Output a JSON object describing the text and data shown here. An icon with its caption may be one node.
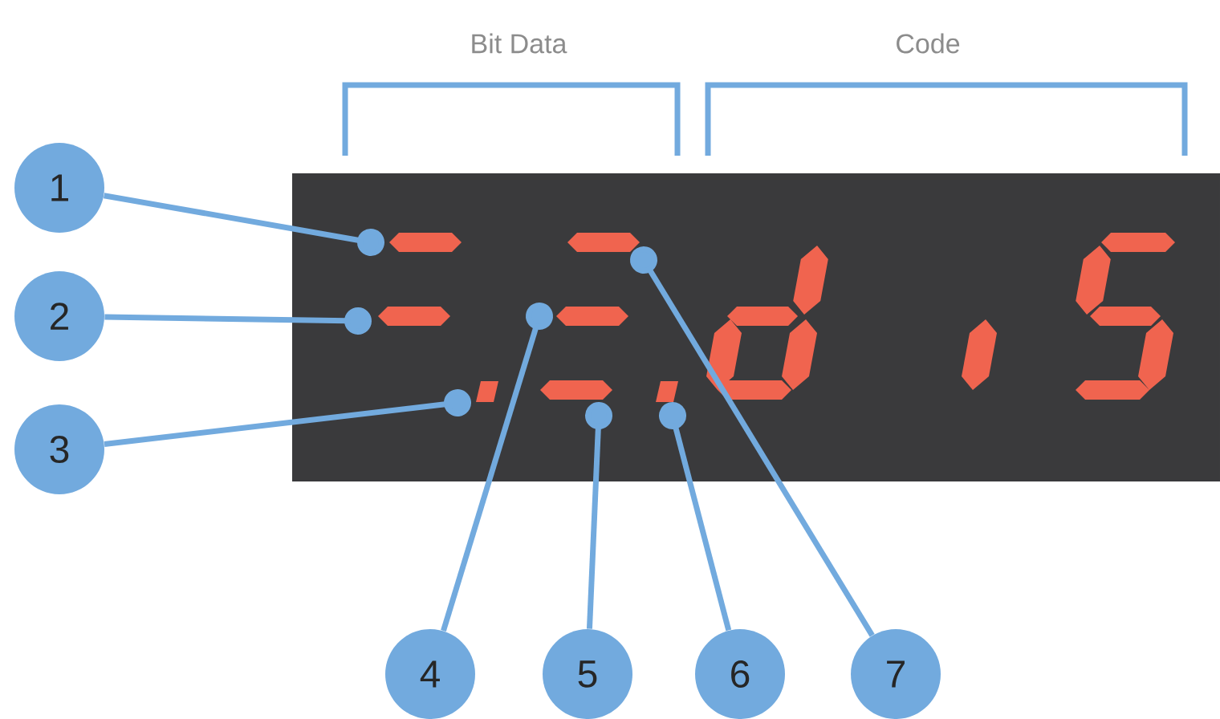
{
  "diagram": {
    "nodes": [
      {
        "text": [
          "1"
        ]
      },
      {
        "text": [
          "2"
        ]
      },
      {
        "text": [
          "3"
        ]
      },
      {
        "text": [
          "4"
        ]
      },
      {
        "text": [
          "5"
        ]
      },
      {
        "text": [
          "6"
        ]
      },
      {
        "text": [
          "7"
        ]
      },
      {
        "text": [],
        "shape": "bar"
      },
      {
        "text": [],
        "shape": "bar"
      },
      {
        "text": [],
        "shape": "box"
      },
      {
        "text": [],
        "shape": "bar"
      },
      {
        "text": [],
        "shape": "bar"
      },
      {
        "text": [],
        "shape": "box"
      },
      {
        "text": [],
        "shape": "bar"
      }
    ],
    "edges": [
      {
        "from": 0,
        "to": 7,
        "arrow": "other"
      },
      {
        "from": 1,
        "to": 8,
        "arrow": "other"
      },
      {
        "from": 2,
        "to": 9,
        "arrow": "other"
      },
      {
        "from": 3,
        "to": 10,
        "arrow": "other"
      },
      {
        "from": 4,
        "to": 11,
        "arrow": "other"
      },
      {
        "from": 5,
        "to": 12,
        "arrow": "other"
      },
      {
        "from": 6,
        "to": 13,
        "arrow": "other"
      }
    ],
    "labels": [
      "Bit Data",
      "Code"
    ]
  }
}
